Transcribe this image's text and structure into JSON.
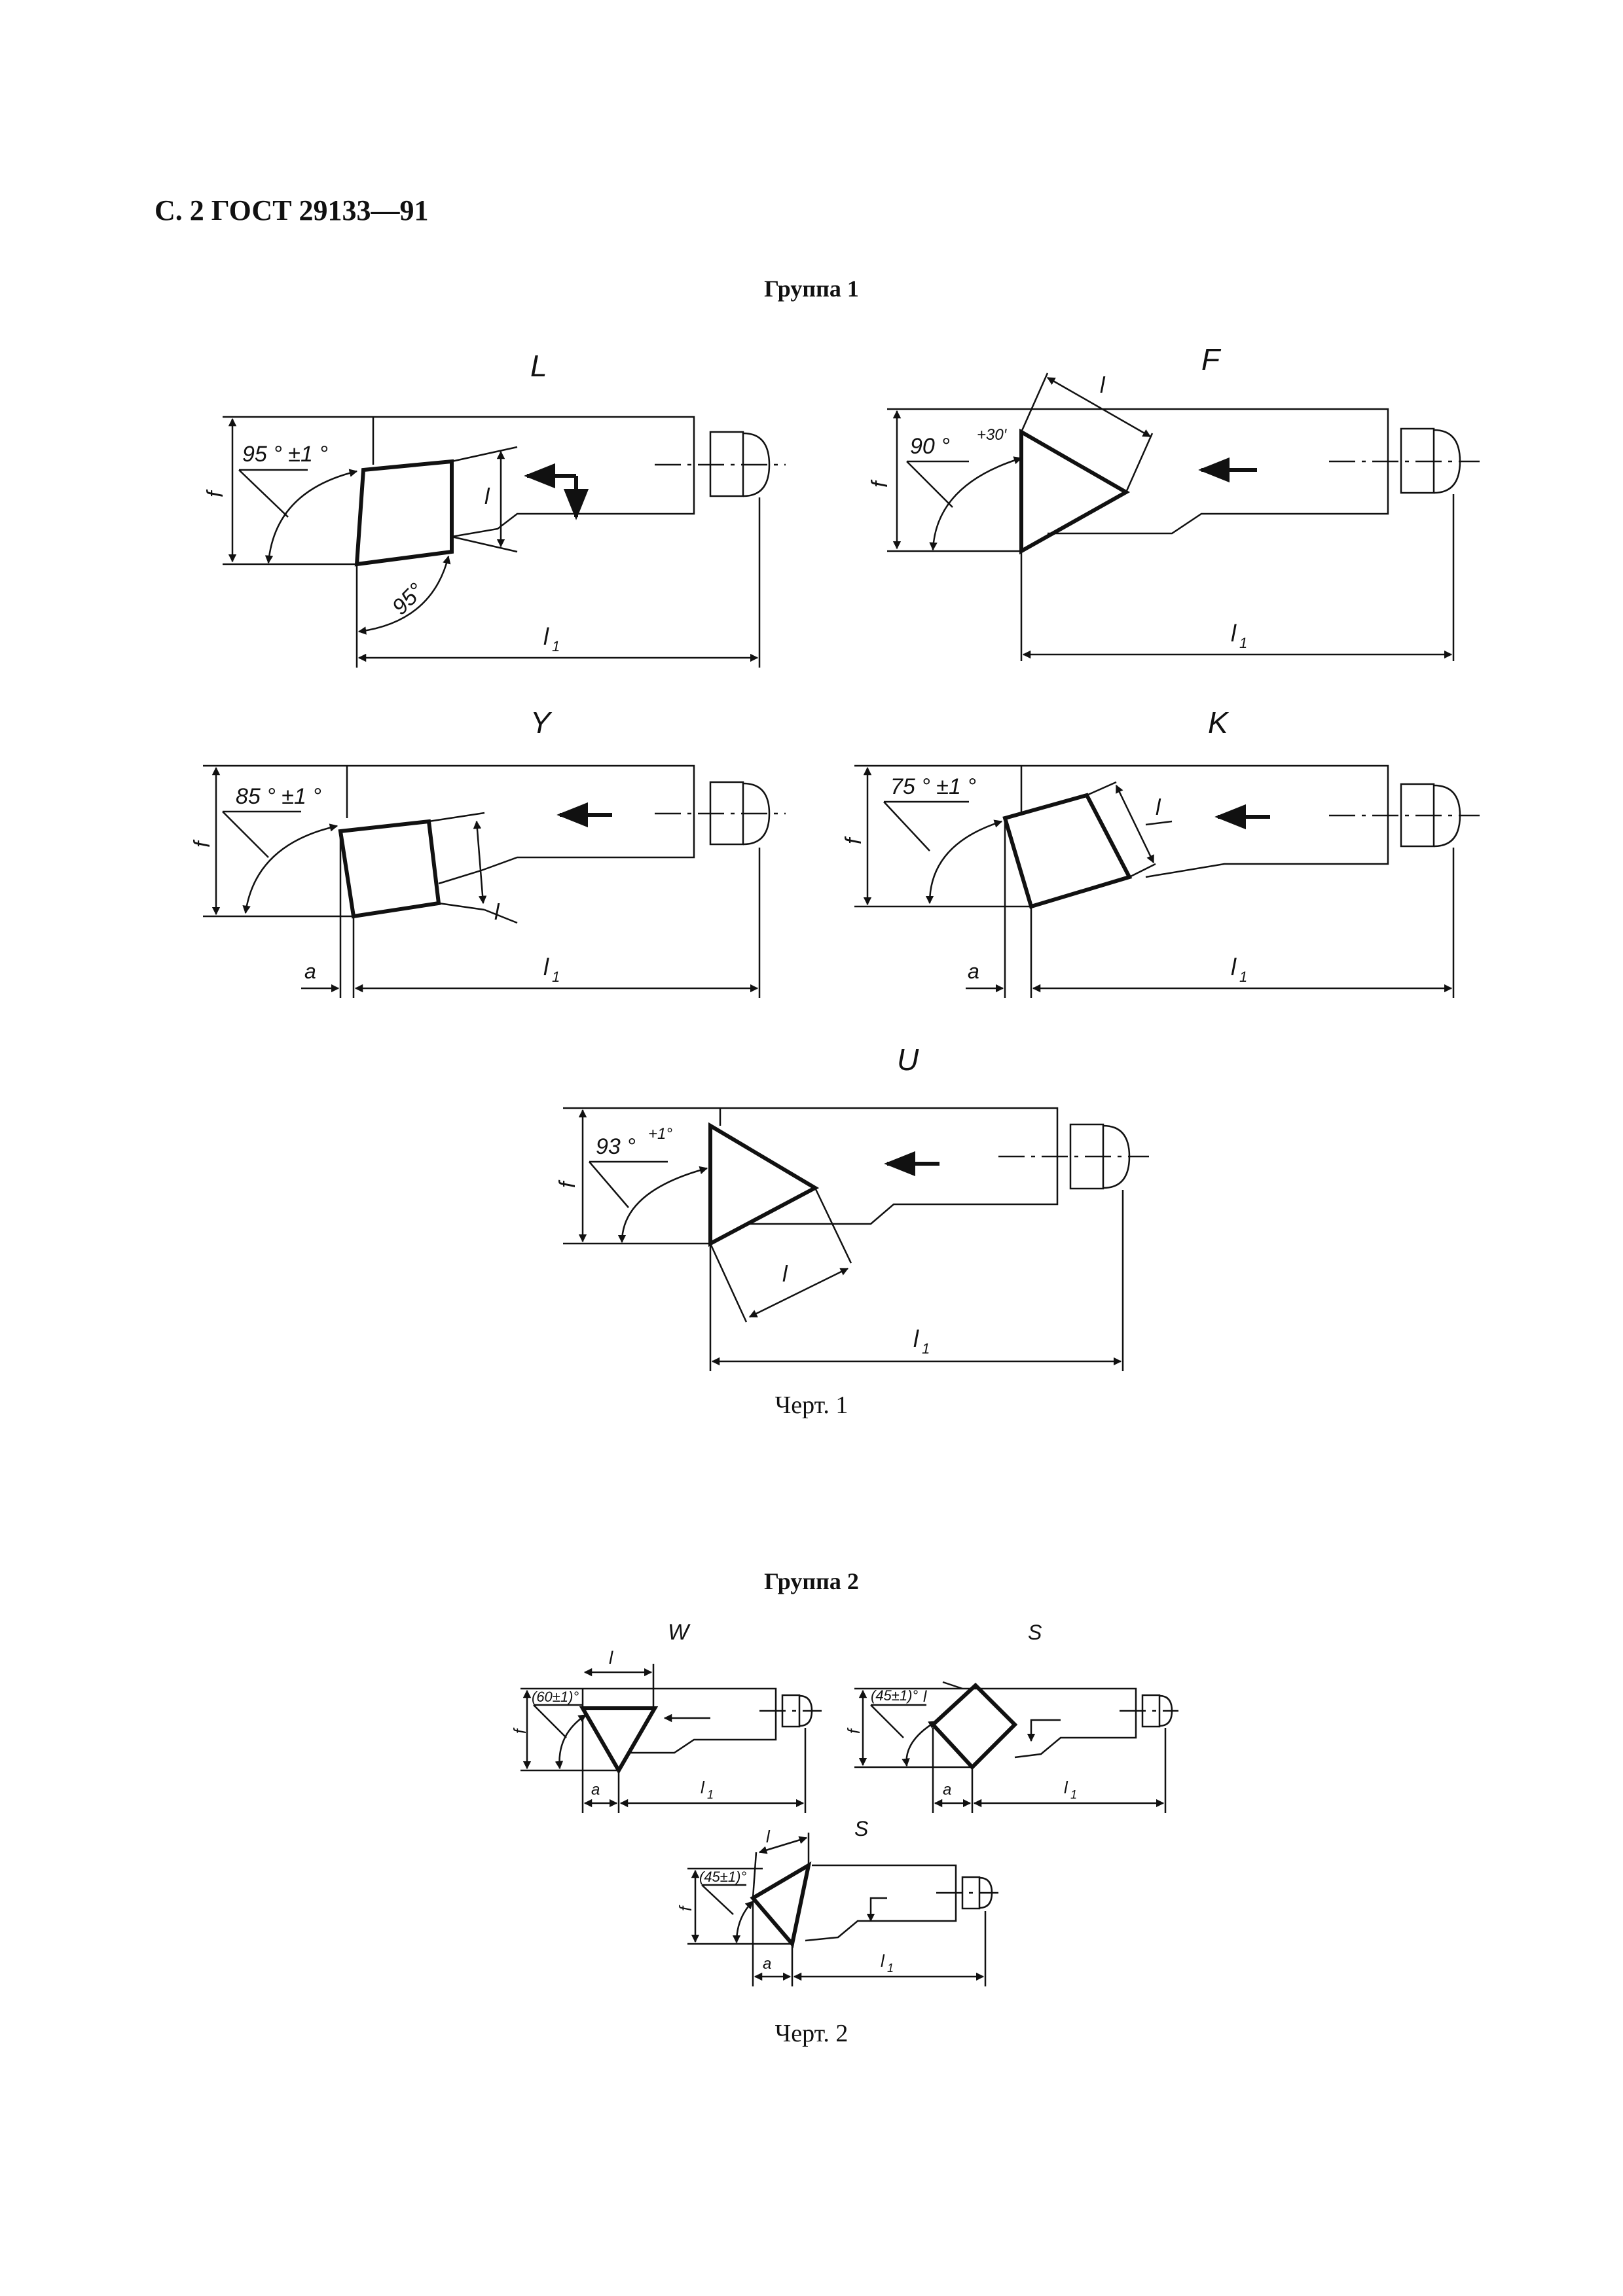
{
  "header": {
    "text": "С. 2 ГОСТ 29133—91"
  },
  "group1": {
    "title": "Группа 1",
    "caption": "Черт. 1",
    "views": {
      "L": {
        "letter": "L",
        "angle": "95 ° ±1 °",
        "angle2": "95°",
        "f": "f",
        "l": "l",
        "l1": "l",
        "l1_sub": "1"
      },
      "F": {
        "letter": "F",
        "angle": "90 °",
        "angle_sup": "+30′",
        "f": "f",
        "l": "l",
        "l1": "l",
        "l1_sub": "1"
      },
      "Y": {
        "letter": "Y",
        "angle": "85 ° ±1 °",
        "f": "f",
        "l": "l",
        "a": "a",
        "l1": "l",
        "l1_sub": "1"
      },
      "K": {
        "letter": "K",
        "angle": "75 ° ±1 °",
        "f": "f",
        "l": "l",
        "a": "a",
        "l1": "l",
        "l1_sub": "1"
      },
      "U": {
        "letter": "U",
        "angle": "93 °",
        "angle_sup": "+1°",
        "f": "f",
        "l": "l",
        "l1": "l",
        "l1_sub": "1"
      }
    }
  },
  "group2": {
    "title": "Группа 2",
    "caption": "Черт. 2",
    "views": {
      "W": {
        "letter": "W",
        "angle": "(60±1)°",
        "f": "f",
        "l": "l",
        "a": "a",
        "l1": "l",
        "l1_sub": "1"
      },
      "S1": {
        "letter": "S",
        "angle": "(45±1)°",
        "f": "f",
        "l": "l",
        "a": "a",
        "l1": "l",
        "l1_sub": "1"
      },
      "S2": {
        "letter": "S",
        "angle": "(45±1)°",
        "f": "f",
        "l": "l",
        "a": "a",
        "l1": "l",
        "l1_sub": "1"
      }
    }
  }
}
